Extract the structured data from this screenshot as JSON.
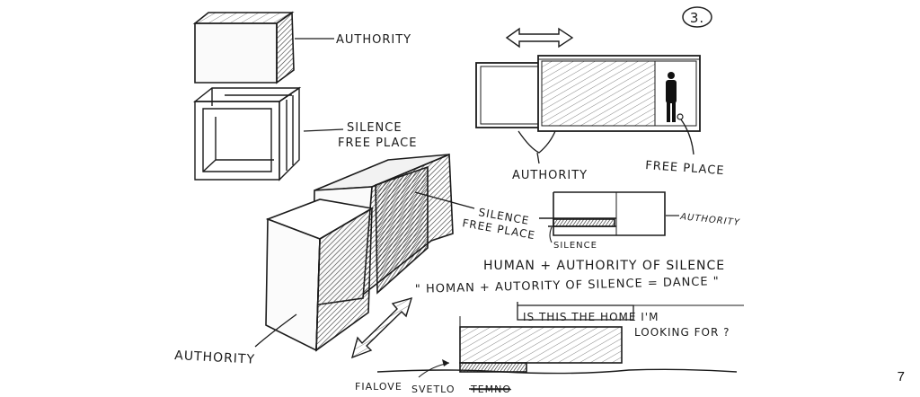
{
  "labels": {
    "page_mark": "3.",
    "cube_authority": "AUTHORITY",
    "frame_line1": "SILENCE",
    "frame_line2": "FREE PLACE",
    "plan_authority": "AUTHORITY",
    "plan_free_place": "FREE PLACE",
    "box_silence": "SILENCE",
    "box_free_place": "FREE PLACE",
    "box_authority": "AUTHORITY",
    "section_authority": "AUTHORITY",
    "section_silence": "SILENCE",
    "equation1": "HUMAN   + AUTHORITY OF SILENCE",
    "equation2": "\" HOMAN + AUTORITY  OF  SILENCE = DANCE \"",
    "question_line1": "IS THIS THE HOME I'M",
    "question_line2": "LOOKING FOR ?",
    "bottom_fialove": "FIALOVE",
    "bottom_svetlo": "SVETLO",
    "bottom_struck": "TEMNO"
  },
  "page_number": "7",
  "colors": {
    "ink": "#1b1b1b",
    "paper": "#ffffff",
    "shade": "#555555"
  }
}
